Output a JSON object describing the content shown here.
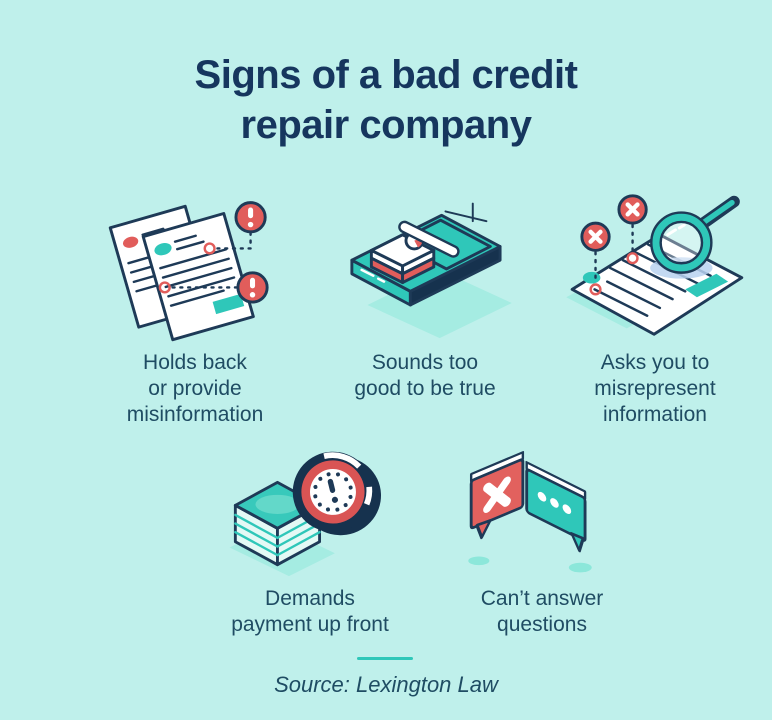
{
  "title": "Signs of a bad credit\nrepair company",
  "items": [
    {
      "id": "holds-back",
      "label": "Holds back\nor provide\nmisinformation",
      "icon": "documents-warning-icon"
    },
    {
      "id": "sounds-too-good",
      "label": "Sounds too\ngood to be true",
      "icon": "mousetrap-icon"
    },
    {
      "id": "misrepresent",
      "label": "Asks you to\nmisrepresent\ninformation",
      "icon": "magnifier-document-icon"
    },
    {
      "id": "payment-up-front",
      "label": "Demands\npayment up front",
      "icon": "money-clock-icon"
    },
    {
      "id": "cant-answer",
      "label": "Can’t answer\nquestions",
      "icon": "speech-bubbles-icon"
    }
  ],
  "source_label": "Source: Lexington Law",
  "colors": {
    "background": "#bff0eb",
    "title_text": "#16365e",
    "caption_text": "#1f4c63",
    "outline_navy": "#1e3a57",
    "accent_red": "#e15d5b",
    "accent_teal": "#2fc7b9",
    "shadow_mint": "#a5ece2",
    "divider": "#2fc7b9"
  }
}
